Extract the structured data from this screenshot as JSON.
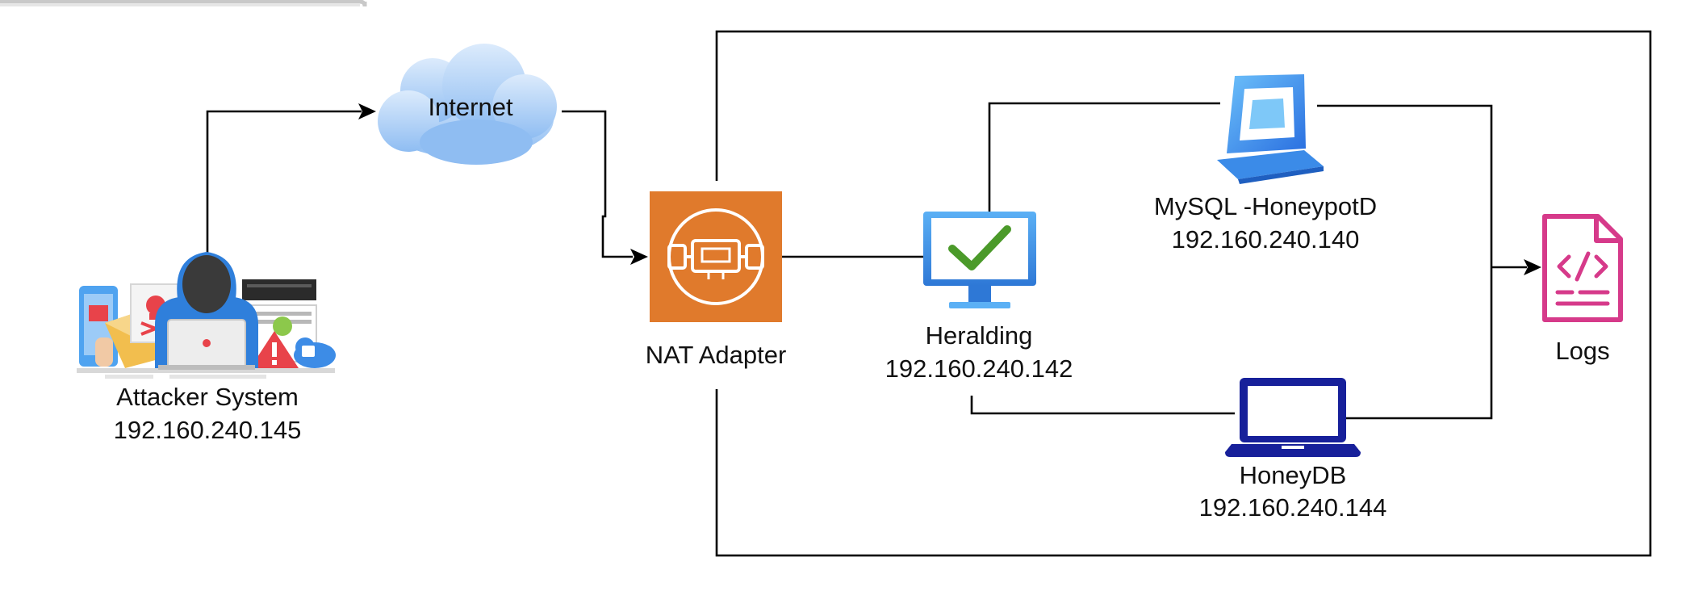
{
  "diagram": {
    "nodes": {
      "attacker": {
        "name": "Attacker System",
        "ip": "192.160.240.145",
        "icon": "hacker-icon"
      },
      "internet": {
        "name": "Internet",
        "icon": "cloud-icon"
      },
      "nat": {
        "name": "NAT Adapter",
        "icon": "network-adapter-icon"
      },
      "heralding": {
        "name": "Heralding",
        "ip": "192.160.240.142",
        "icon": "monitor-check-icon"
      },
      "mysql": {
        "name": "MySQL -HoneypotD",
        "ip": "192.160.240.140",
        "icon": "laptop-icon"
      },
      "honeydb": {
        "name": "HoneyDB",
        "ip": "192.160.240.144",
        "icon": "laptop-icon"
      },
      "logs": {
        "name": "Logs",
        "icon": "code-file-icon"
      }
    },
    "edges": [
      {
        "from": "attacker",
        "to": "internet"
      },
      {
        "from": "internet",
        "to": "nat"
      },
      {
        "from": "nat",
        "to": "heralding"
      },
      {
        "from": "heralding",
        "to": "mysql"
      },
      {
        "from": "heralding",
        "to": "honeydb"
      },
      {
        "from": "mysql",
        "to": "logs"
      },
      {
        "from": "honeydb",
        "to": "logs"
      }
    ],
    "colors": {
      "nat_box": "#E07A2C",
      "cloud": "#A8CCF5",
      "monitor": "#3A8FE0",
      "checkmark": "#4B9A2A",
      "laptop_light": "#2F80E8",
      "laptop_dark": "#17209A",
      "logs": "#D63A8A"
    }
  }
}
